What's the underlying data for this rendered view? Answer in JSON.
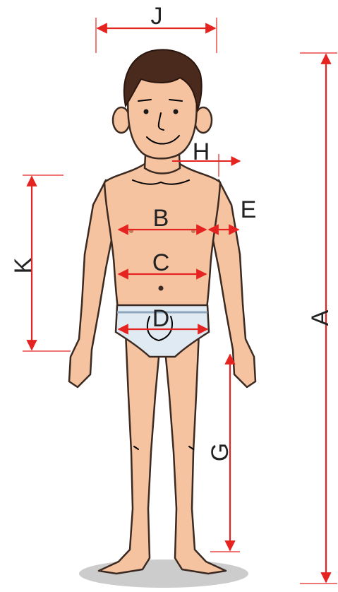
{
  "diagram": {
    "labels": {
      "a": "A",
      "b": "B",
      "c": "C",
      "d": "D",
      "e": "E",
      "g": "G",
      "h": "H",
      "j": "J",
      "k": "K"
    },
    "colors": {
      "measure": "#e52421",
      "skin": "#f6c3a0",
      "hair": "#4a2a1c",
      "underwear": "#dfeaf3",
      "shadow": "#cccccc"
    }
  }
}
